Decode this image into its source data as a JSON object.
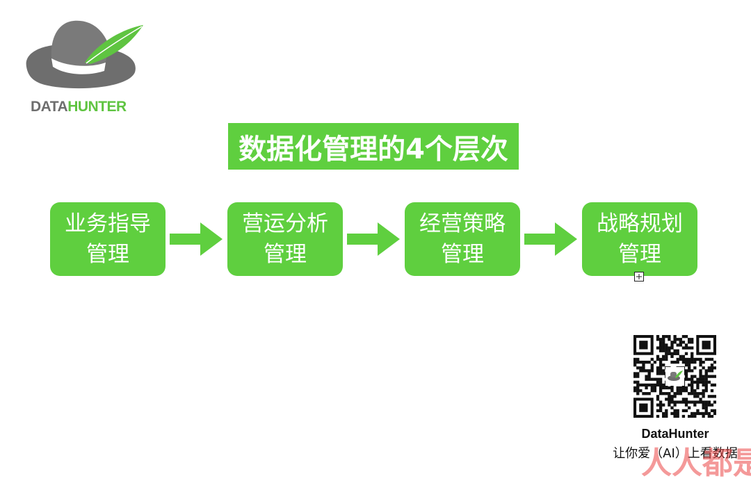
{
  "logo": {
    "text_gray": "DATA",
    "text_green": "HUNTER",
    "hat_color": "#6e6e6e",
    "feather_color": "#5fc441"
  },
  "title": "数据化管理的4个层次",
  "colors": {
    "accent_green": "#5fcf3f",
    "text_white": "#ffffff"
  },
  "steps": [
    {
      "line1": "业务指导",
      "line2": "管理"
    },
    {
      "line1": "营运分析",
      "line2": "管理"
    },
    {
      "line1": "经营策略",
      "line2": "管理"
    },
    {
      "line1": "战略规划",
      "line2": "管理"
    }
  ],
  "qr": {
    "brand": "DataHunter",
    "slogan": "让你爱（AI）上看数据"
  },
  "watermark": "人人都是"
}
